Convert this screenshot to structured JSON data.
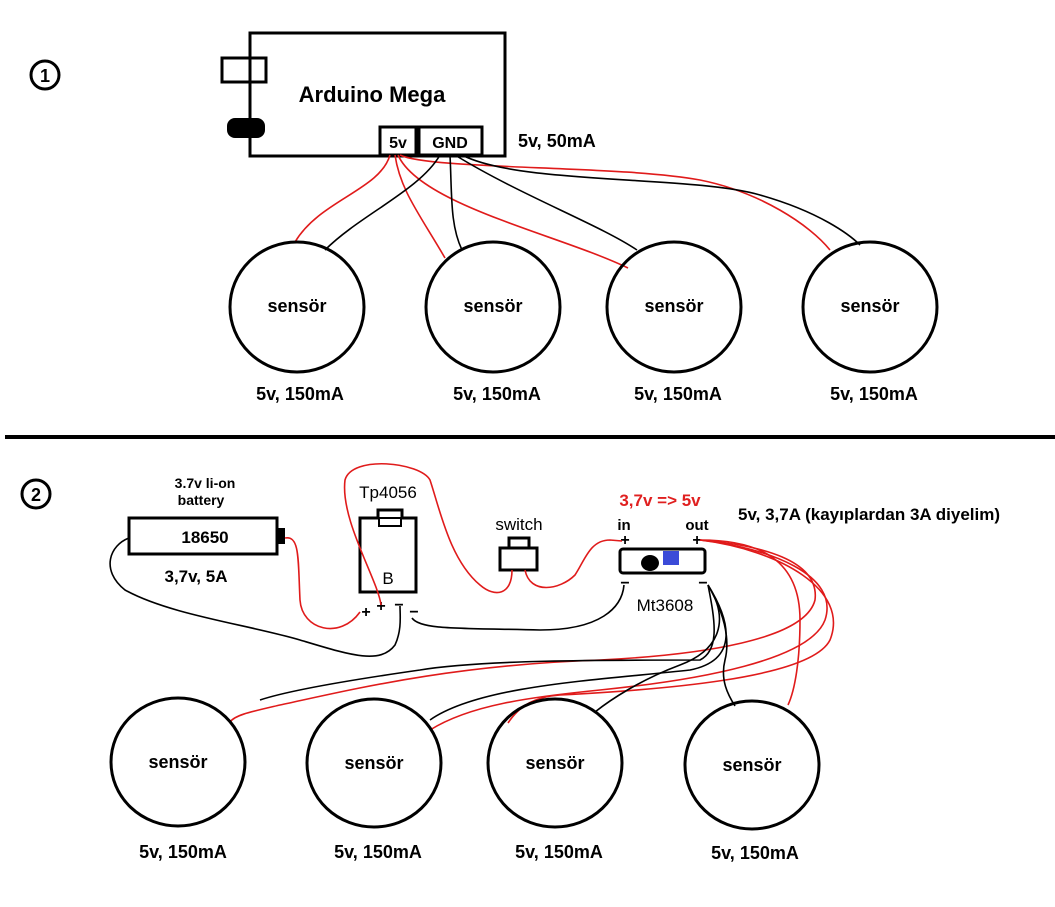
{
  "colors": {
    "red_wire": "#e01b1b",
    "black_wire": "#000000",
    "accent_red_text": "#e02020",
    "blue_chip": "#3b4bd8"
  },
  "section1": {
    "number": "1",
    "arduino": {
      "title": "Arduino Mega",
      "pin_5v": "5v",
      "pin_gnd": "GND",
      "rating": "5v, 50mA"
    },
    "sensors": [
      {
        "label": "sensör",
        "rating": "5v, 150mA"
      },
      {
        "label": "sensör",
        "rating": "5v, 150mA"
      },
      {
        "label": "sensör",
        "rating": "5v, 150mA"
      },
      {
        "label": "sensör",
        "rating": "5v, 150mA"
      }
    ]
  },
  "section2": {
    "number": "2",
    "battery": {
      "title_line1": "3.7v li-on",
      "title_line2": "battery",
      "model": "18650",
      "rating": "3,7v, 5A"
    },
    "charger": {
      "name": "Tp4056",
      "b_label": "B",
      "plus": "+",
      "plus2": "+",
      "minus": "−",
      "minus2": "−"
    },
    "switch": {
      "label": "switch"
    },
    "boost": {
      "name": "Mt3608",
      "in_label": "in",
      "out_label": "out",
      "conversion": "3,7v => 5v",
      "rating": "5v, 3,7A (kayıplardan 3A diyelim)",
      "plus_in": "+",
      "plus_out": "+",
      "minus_in": "−",
      "minus_out": "−"
    },
    "sensors": [
      {
        "label": "sensör",
        "rating": "5v, 150mA"
      },
      {
        "label": "sensör",
        "rating": "5v, 150mA"
      },
      {
        "label": "sensör",
        "rating": "5v, 150mA"
      },
      {
        "label": "sensör",
        "rating": "5v, 150mA"
      }
    ]
  }
}
